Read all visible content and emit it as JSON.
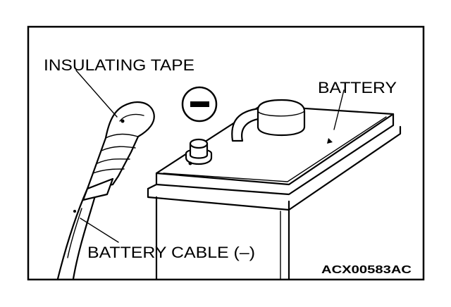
{
  "labels": {
    "insulating_tape": "INSULATING TAPE",
    "battery": "BATTERY",
    "battery_cable": "BATTERY CABLE (–)",
    "figure_code": "ACX00583AC"
  },
  "symbols": {
    "negative_sign": "minus-symbol-icon"
  }
}
